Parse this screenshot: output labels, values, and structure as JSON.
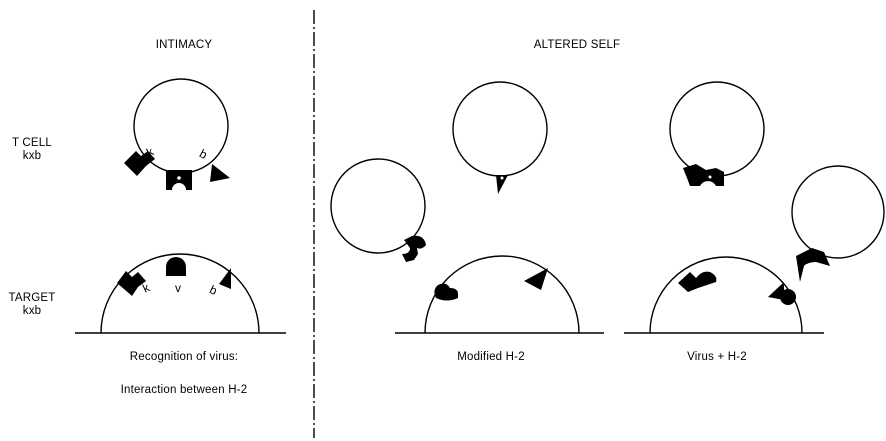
{
  "panels": {
    "intimacy": {
      "title": "INTIMACY",
      "caption_line1": "Recognition of virus:",
      "caption_line2": "Interaction between H-2",
      "tcell_k": "k",
      "tcell_b": "b",
      "target_k": "k",
      "target_v": "v",
      "target_b": "b"
    },
    "altered_self": {
      "title": "ALTERED SELF",
      "caption_left": "Modified H-2",
      "caption_right": "Virus + H-2"
    }
  },
  "row_labels": {
    "tcell_line1": "T CELL",
    "tcell_line2": "kxb",
    "target_line1": "TARGET",
    "target_line2": "kxb"
  }
}
